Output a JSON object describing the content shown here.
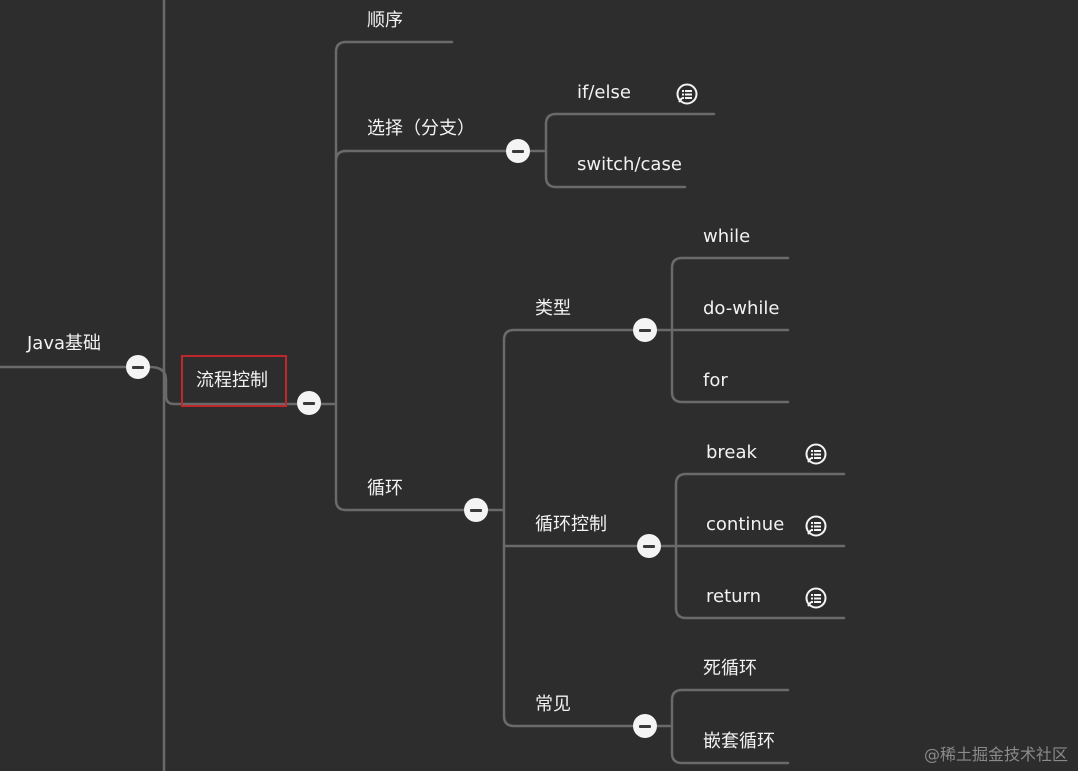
{
  "mindmap": {
    "root": "Java基础",
    "selected": "流程控制",
    "branches": {
      "sequence": "顺序",
      "selection": "选择（分支）",
      "loop": "循环"
    },
    "selection_children": {
      "ifelse": "if/else",
      "switchcase": "switch/case"
    },
    "loop_children": {
      "types": "类型",
      "loop_control": "循环控制",
      "common": "常见"
    },
    "types_children": {
      "while": "while",
      "dowhile": "do-while",
      "for": "for"
    },
    "loop_control_children": {
      "break": "break",
      "continue": "continue",
      "return": "return"
    },
    "common_children": {
      "infinite": "死循环",
      "nested": "嵌套循环"
    }
  },
  "icons": {
    "collapse": "minus-circle-icon",
    "note": "comment-note-icon"
  },
  "colors": {
    "background": "#2d2d2d",
    "line": "#6a6a6a",
    "text": "#f2f2f2",
    "selection": "#c0272d"
  },
  "watermark": "@稀土掘金技术社区"
}
